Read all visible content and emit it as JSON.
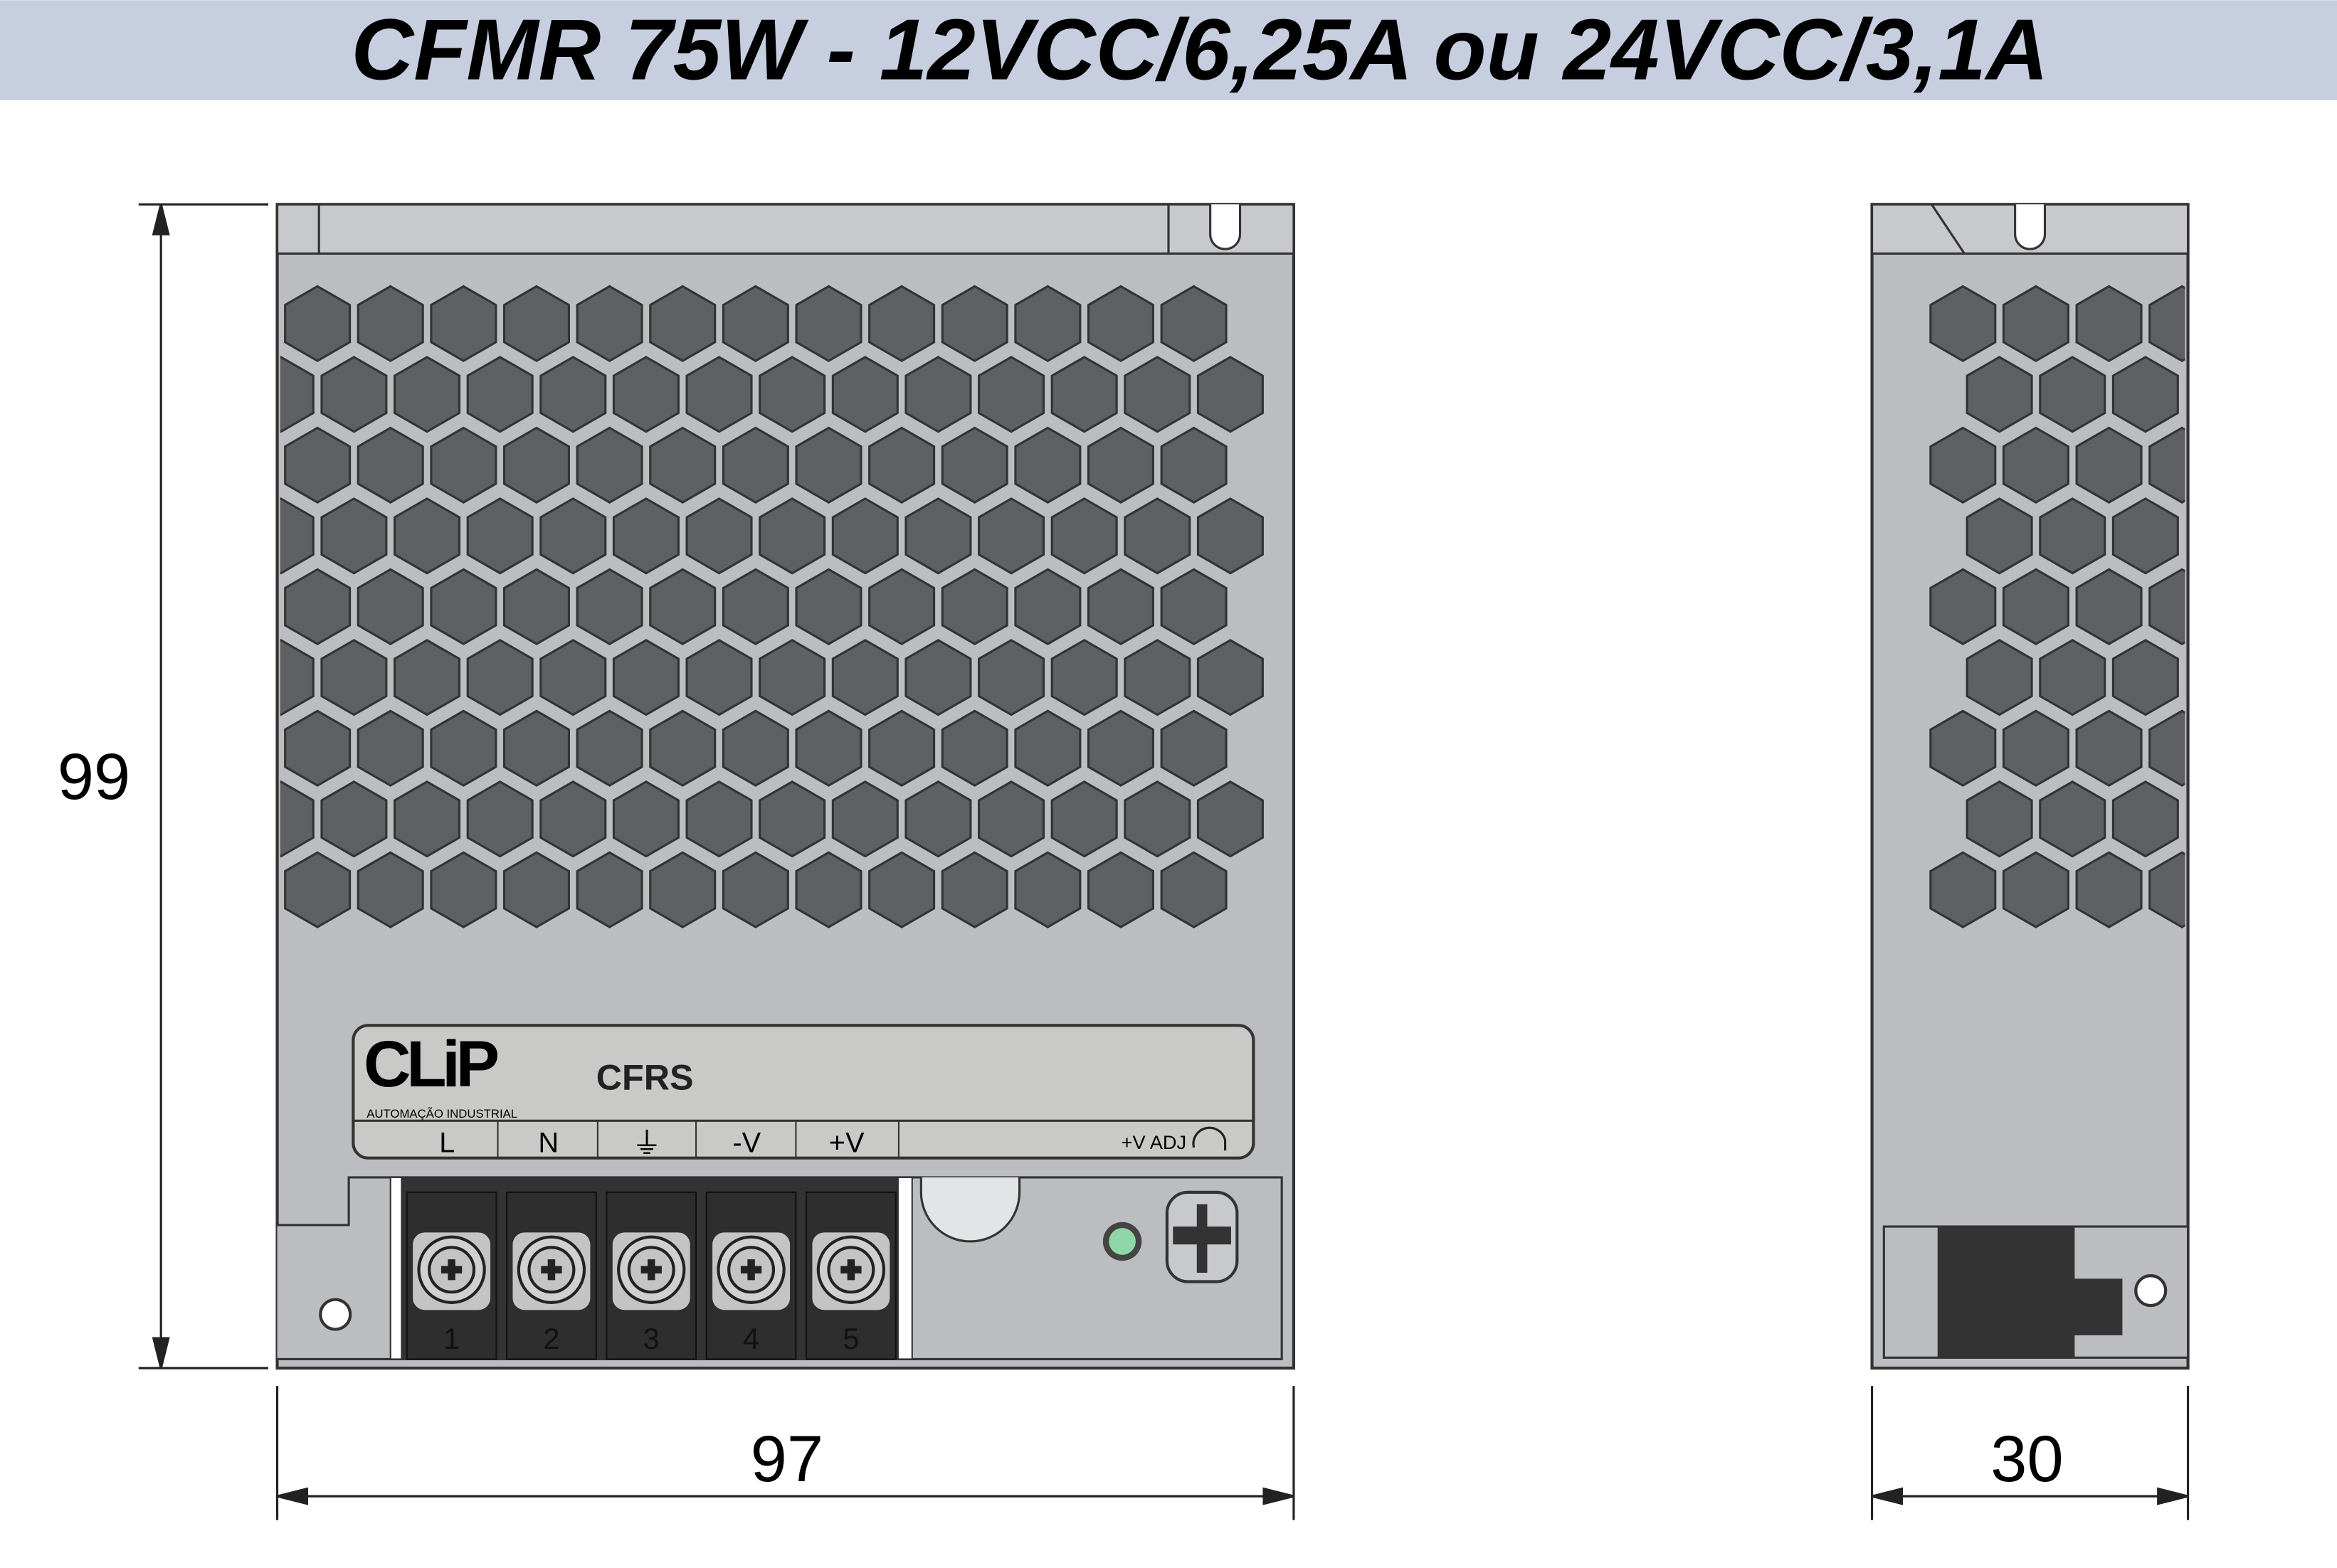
{
  "title": "CFMR 75W - 12VCC/6,25A ou 24VCC/3,1A",
  "dimensions": {
    "height": "99",
    "width": "97",
    "depth": "30"
  },
  "label": {
    "brand": "CLiP",
    "brand_sub": "AUTOMAÇÃO INDUSTRIAL",
    "model": "CFRS",
    "terminals": [
      "L",
      "N",
      "⏚",
      "-V",
      "+V"
    ],
    "adjust": "+V ADJ"
  },
  "terminal_numbers": [
    "1",
    "2",
    "3",
    "4",
    "5"
  ],
  "colors": {
    "banner": "#c6cee0",
    "body": "#bcbdc1",
    "hex": "#5f6063",
    "led": "#8fd6a8",
    "terminal": "#333333"
  }
}
